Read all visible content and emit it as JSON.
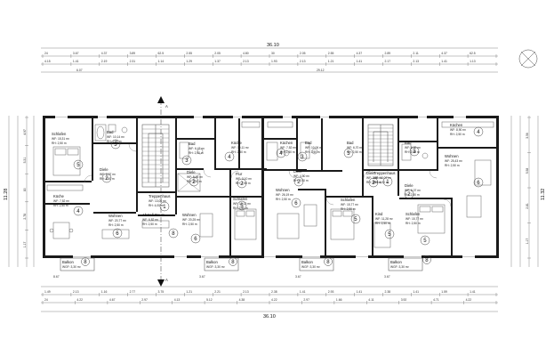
{
  "top_dimensions": {
    "overall": "36.10",
    "row1": [
      "24",
      "3.67",
      "4.37",
      "3.89",
      "62.5",
      "2.55",
      "2.05",
      "4.80",
      "30",
      "2.05",
      "2.55",
      "4.37",
      "2.89",
      "2.11",
      "4.37",
      "62.5"
    ],
    "row2": [
      "4.15",
      "1.41",
      "2.19",
      "2.31",
      "1.14",
      "1.29",
      "1.37",
      "2.13",
      "1.93",
      "2.13",
      "1.21",
      "1.41",
      "2.17",
      "2.13",
      "1.41",
      "1.13"
    ],
    "row3": [
      "6.07",
      "29.12"
    ]
  },
  "bottom_dimensions": {
    "overall": "36.10",
    "row1": [
      "1.49",
      "2.13",
      "1.16",
      "2.77",
      "3.75",
      "1.21",
      "2.21",
      "2.13",
      "2.38",
      "1.41",
      "2.93",
      "1.41",
      "2.38",
      "1.41",
      "1.59",
      "1.41"
    ],
    "row2": [
      "24",
      "4.22",
      "4.67",
      "2.97",
      "4.13",
      "5.12",
      "4.38",
      "4.22",
      "2.97",
      "1.66",
      "4.11",
      "3.92",
      "4.71",
      "4.22"
    ],
    "row3": [
      "8.67",
      "3.67",
      "3.67",
      "3.67"
    ]
  },
  "side_dimensions": {
    "left_total": "11.28",
    "left_parts": [
      "4.97",
      "5.31",
      "80",
      "2.78",
      "1.17"
    ],
    "right_total": "11.32",
    "right_parts": [
      "3.56",
      "5.58",
      "2.81",
      "1.17"
    ]
  },
  "rooms": [
    {
      "name": "Schlafen",
      "area": "WF: 15,31 m²",
      "height": "RH: 2,50 m",
      "num": "5"
    },
    {
      "name": "Bad",
      "area": "WF: 10,14 m²",
      "height": "RH: 2,50 m",
      "num": "3"
    },
    {
      "name": "Diele",
      "area": "WF: 6,07 m²",
      "height": "RH: 2,50 m",
      "num": "2"
    },
    {
      "name": "Küche",
      "area": "WF: 7,52 m²",
      "height": "RH: 2,50 m",
      "num": "4"
    },
    {
      "name": "Wohnen",
      "area": "WF: 20,77 m²",
      "height": "RH: 2,50 m",
      "num": "6"
    },
    {
      "name": "Treppenhaus",
      "area": "WF: 13,00 m²",
      "height": "RH: 4,00 m",
      "num": "1"
    },
    {
      "name": "Abstell-Raum",
      "area": "WF: 6,82 m²",
      "height": "RH: 2,50 m",
      "num": "8"
    },
    {
      "name": "Bad",
      "area": "WF: 6,47 m²",
      "height": "RH: 2,50 m",
      "num": "3"
    },
    {
      "name": "Küche",
      "area": "WF: 10,11 m²",
      "height": "RH: 2,50 m",
      "num": "4"
    },
    {
      "name": "Diele",
      "area": "WF: 5,64 m²",
      "height": "RH: 2,50 m",
      "num": "2"
    },
    {
      "name": "Flur",
      "area": "WF: 3,10 m²",
      "height": "RH: 2,50 m",
      "num": "2"
    },
    {
      "name": "Wohnen",
      "area": "WF: 20,25 m²",
      "height": "RH: 2,50 m",
      "num": "6"
    },
    {
      "name": "Schlafen",
      "area": "WF: 13,12 m²",
      "height": "RH: 2,50 m",
      "num": "5"
    },
    {
      "name": "Küchen",
      "area": "WF: 7,52 m²",
      "height": "RH: 2,50 m",
      "num": "4"
    },
    {
      "name": "Diele",
      "area": "WF: 4,50 m²",
      "height": "RH: 2,50 m",
      "num": "2"
    },
    {
      "name": "Wohnen",
      "area": "WF: 26,19 m²",
      "height": "RH: 2,50 m",
      "num": "6"
    },
    {
      "name": "Bad",
      "area": "WF: 10,06 m²",
      "height": "RH: 2,50 m",
      "num": "3"
    },
    {
      "name": "Schlafen",
      "area": "WF: 15,77 m²",
      "height": "RH: 2,50 m",
      "num": "5"
    },
    {
      "name": "Bad",
      "area": "WF: 6,70 m²",
      "height": "RH: 2,50 m",
      "num": "3"
    },
    {
      "name": "Diele",
      "area": "WF: 3,66 m²",
      "height": "RH: 2,50 m",
      "num": "2"
    },
    {
      "name": "Kind",
      "area": "WF: 11,28 m²",
      "height": "RH: 2,50 m",
      "num": "5"
    },
    {
      "name": "Treppenhaus",
      "area": "WF: 13,00 m²",
      "height": "RH: 4,00 m",
      "num": "1"
    },
    {
      "name": "Diele",
      "area": "WF: 6,07 m²",
      "height": "RH: 2,50 m",
      "num": "2"
    },
    {
      "name": "Bad",
      "area": "WF: 6,60 m²",
      "height": "RH: 2,50 m",
      "num": "3"
    },
    {
      "name": "Küchen",
      "area": "WF: 8,90 m²",
      "height": "RH: 2,50 m",
      "num": "4"
    },
    {
      "name": "Wohnen",
      "area": "WF: 25,43 m²",
      "height": "RH: 2,50 m",
      "num": "6"
    },
    {
      "name": "Schlafen",
      "area": "WF: 15,77 m²",
      "height": "RH: 2,50 m",
      "num": "5"
    }
  ],
  "balconies": [
    {
      "name": "Balkon",
      "area": "WGF: 3,30 m²",
      "num": "8"
    },
    {
      "name": "Balkon",
      "area": "WGF: 3,30 m²",
      "num": "8"
    },
    {
      "name": "Balkon",
      "area": "WGF: 3,30 m²",
      "num": "8"
    },
    {
      "name": "Balkon",
      "area": "WGF: 3,30 m²",
      "num": "8"
    },
    {
      "name": "Balkon",
      "area": "WGF: 3,30 m²",
      "num": "8"
    }
  ],
  "section_marks": {
    "top": "A",
    "bottom": "A"
  },
  "colors": {
    "wall": "#1a1a1a",
    "line": "#444444",
    "paper": "#ffffff"
  }
}
